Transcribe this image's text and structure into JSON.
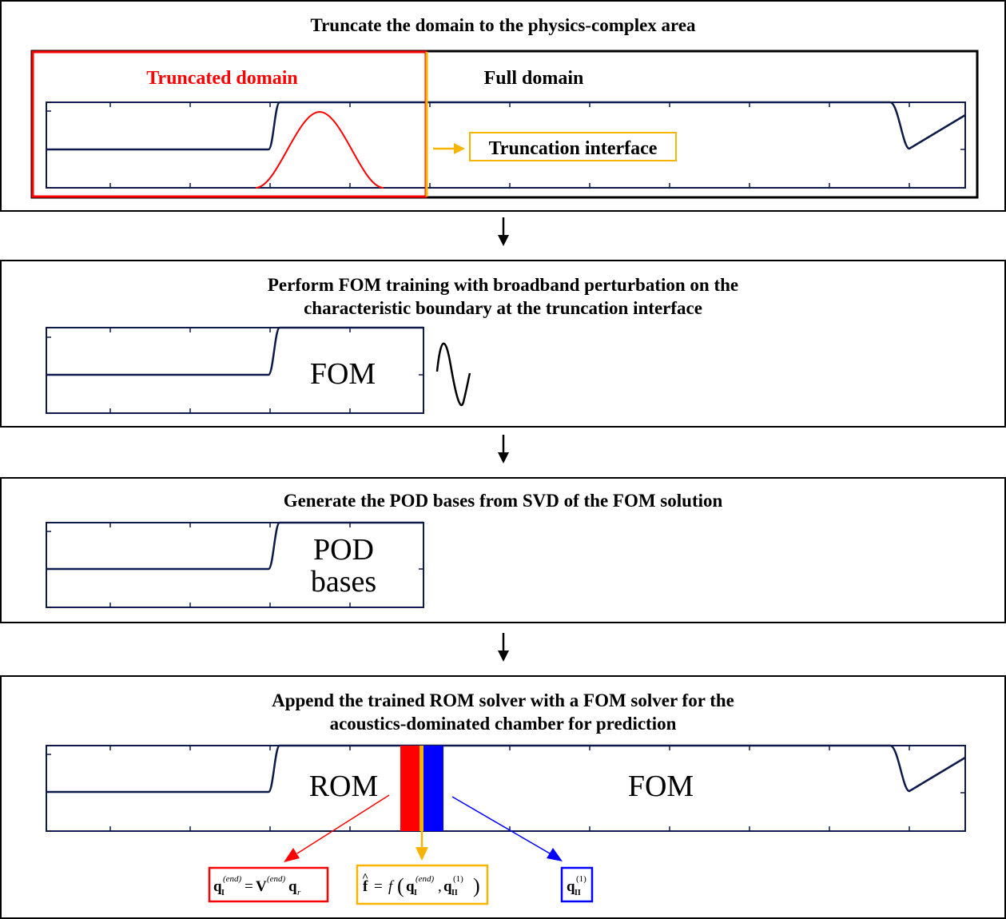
{
  "step1": {
    "title": "Truncate the domain to the physics-complex area",
    "truncated_label": "Truncated domain",
    "full_label": "Full domain",
    "interface_label": "Truncation interface"
  },
  "step2": {
    "title_line1": "Perform FOM training with broadband perturbation on the",
    "title_line2": "characteristic boundary at the truncation interface",
    "fom_label": "FOM"
  },
  "step3": {
    "title": "Generate the POD bases from SVD of the FOM solution",
    "pod_line1": "POD",
    "pod_line2": "bases"
  },
  "step4": {
    "title_line1": "Append the trained ROM solver with a FOM solver for the",
    "title_line2": "acoustics-dominated chamber for prediction",
    "rom_label": "ROM",
    "fom_label": "FOM",
    "eq_left": "q_I^(end) = V^(end) q_r",
    "eq_mid": "f̂ = f(q_I^(end), q_II^(1))",
    "eq_right": "q_II^(1)"
  },
  "colors": {
    "curve": "#0d1a4a",
    "truncated": "#ff0000",
    "interface": "#f5b400",
    "blue": "#0000ff"
  }
}
